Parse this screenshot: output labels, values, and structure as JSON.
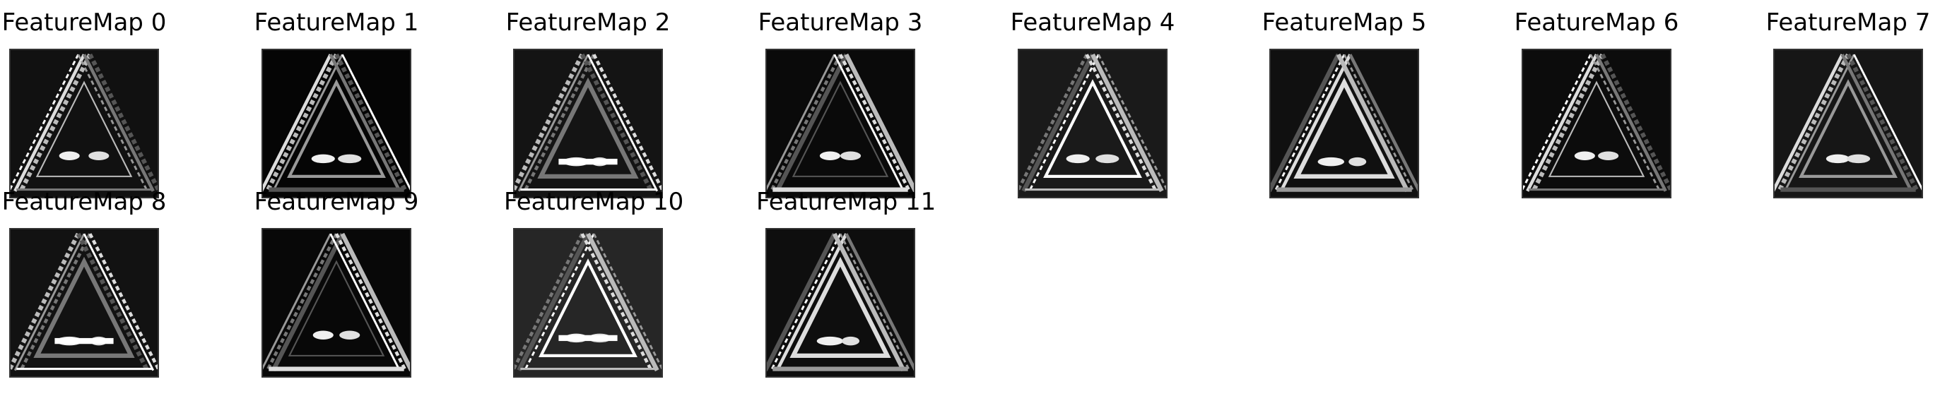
{
  "figure": {
    "panels": [
      {
        "title": "FeatureMap 0",
        "variant": 0
      },
      {
        "title": "FeatureMap 1",
        "variant": 1
      },
      {
        "title": "FeatureMap 2",
        "variant": 2
      },
      {
        "title": "FeatureMap 3",
        "variant": 3
      },
      {
        "title": "FeatureMap 4",
        "variant": 4
      },
      {
        "title": "FeatureMap 5",
        "variant": 5
      },
      {
        "title": "FeatureMap 6",
        "variant": 6
      },
      {
        "title": "FeatureMap 7",
        "variant": 7
      },
      {
        "title": "FeatureMap 8",
        "variant": 8
      },
      {
        "title": "FeatureMap 9",
        "variant": 9
      },
      {
        "title": "FeatureMap 10",
        "variant": 10
      },
      {
        "title": "FeatureMap 11",
        "variant": 11
      }
    ],
    "colors": {
      "background": "#ffffff",
      "map_dark": "#000000",
      "map_mid": "#404040",
      "map_bright": "#ffffff"
    }
  }
}
